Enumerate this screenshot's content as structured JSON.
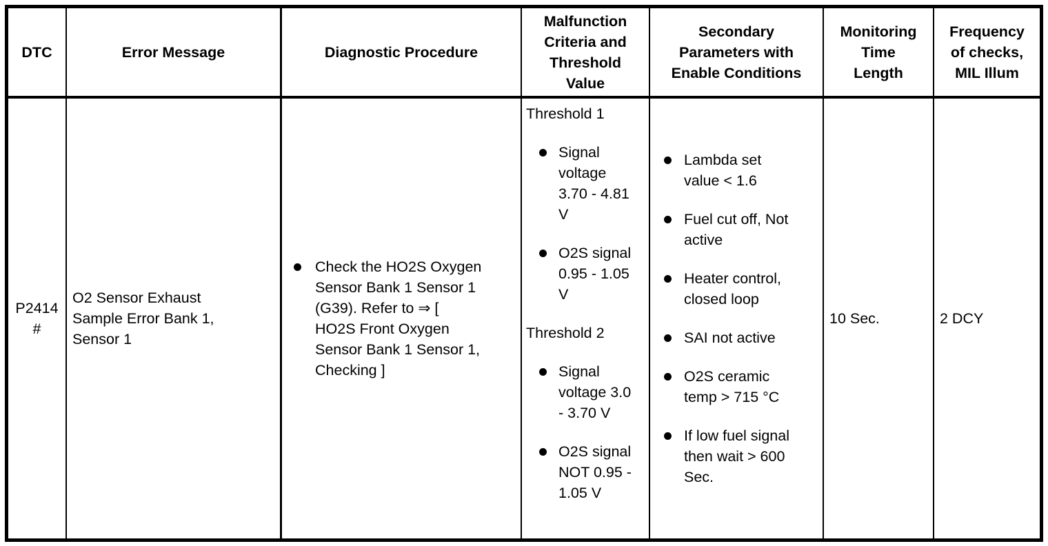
{
  "table": {
    "headers": {
      "dtc": "DTC",
      "error_message": "Error Message",
      "diagnostic_procedure": "Diagnostic Procedure",
      "malfunction_criteria": "Malfunction\nCriteria and\nThreshold\nValue",
      "secondary_parameters": "Secondary\nParameters with\nEnable Conditions",
      "monitoring_time": "Monitoring\nTime\nLength",
      "frequency": "Frequency\nof checks,\nMIL Illum"
    },
    "row": {
      "dtc_code": "P2414",
      "dtc_flag": "#",
      "error_message": "O2 Sensor Exhaust\nSample Error Bank 1,\nSensor 1",
      "diagnostic_procedure_items": [
        "Check the HO2S Oxygen\nSensor Bank 1 Sensor 1\n(G39). Refer to ⇒ [\nHO2S Front Oxygen\nSensor Bank 1 Sensor 1,\nChecking ]"
      ],
      "malfunction_criteria": [
        {
          "heading": "Threshold 1",
          "items": [
            "Signal\nvoltage\n3.70 - 4.81\nV",
            "O2S signal\n0.95 - 1.05\nV"
          ]
        },
        {
          "heading": "Threshold 2",
          "items": [
            "Signal\nvoltage 3.0\n- 3.70 V",
            "O2S signal\nNOT 0.95 -\n1.05 V"
          ]
        }
      ],
      "secondary_parameters_items": [
        "Lambda set\nvalue < 1.6",
        "Fuel cut off, Not\nactive",
        "Heater control,\nclosed loop",
        "SAI not active",
        "O2S ceramic\ntemp > 715 °C",
        "If low fuel signal\nthen wait > 600\nSec."
      ],
      "monitoring_time": "10 Sec.",
      "frequency": "2 DCY"
    }
  },
  "colors": {
    "border": "#000000",
    "background": "#ffffff",
    "text": "#000000"
  }
}
